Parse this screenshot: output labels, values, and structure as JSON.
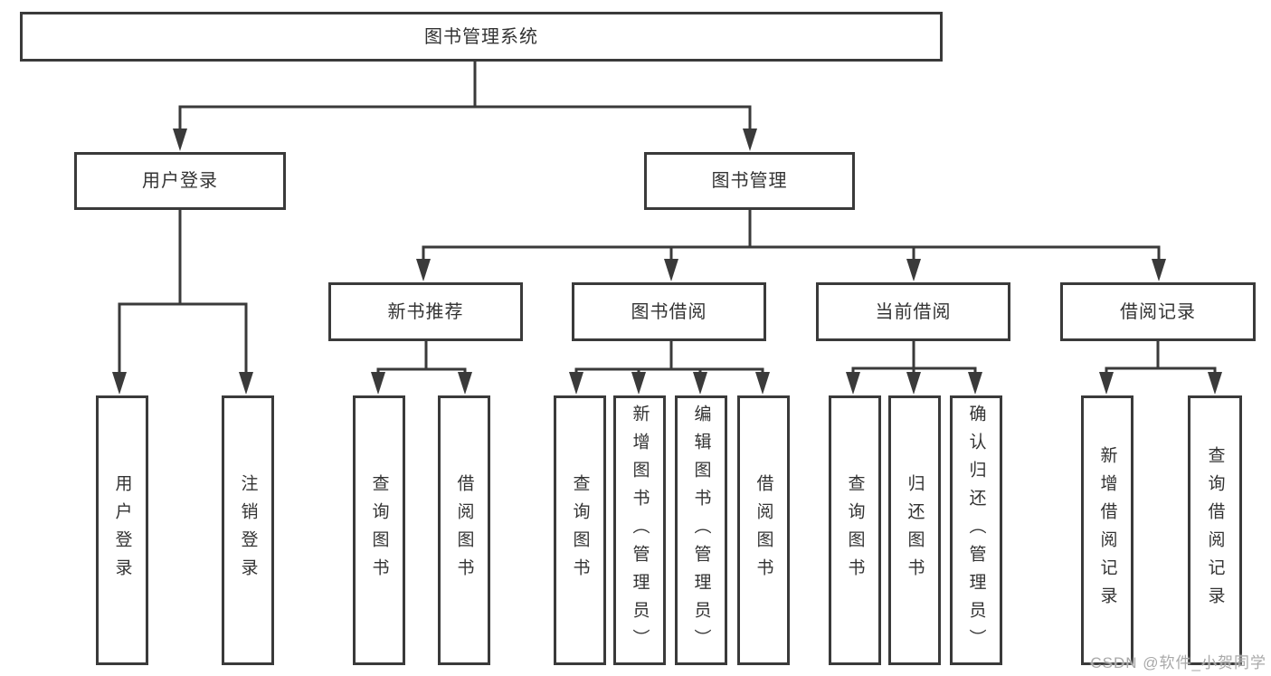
{
  "colors": {
    "line": "#3a3a3a",
    "text": "#333333",
    "background": "#ffffff",
    "box-bg": "#ffffff",
    "watermark": "#a9a9a9"
  },
  "tree": {
    "root": "图书管理系统",
    "branches": [
      {
        "label": "用户登录",
        "children": [
          "用户登录",
          "注销登录"
        ]
      },
      {
        "label": "图书管理",
        "sections": [
          {
            "label": "新书推荐",
            "children": [
              "查询图书",
              "借阅图书"
            ]
          },
          {
            "label": "图书借阅",
            "children": [
              "查询图书",
              "新增图书（管理员）",
              "编辑图书（管理员）",
              "借阅图书"
            ]
          },
          {
            "label": "当前借阅",
            "children": [
              "查询图书",
              "归还图书",
              "确认归还（管理员）"
            ]
          },
          {
            "label": "借阅记录",
            "children": [
              "新增借阅记录",
              "查询借阅记录"
            ]
          }
        ]
      }
    ]
  },
  "watermark": "CSDN @软件_小贺同学"
}
